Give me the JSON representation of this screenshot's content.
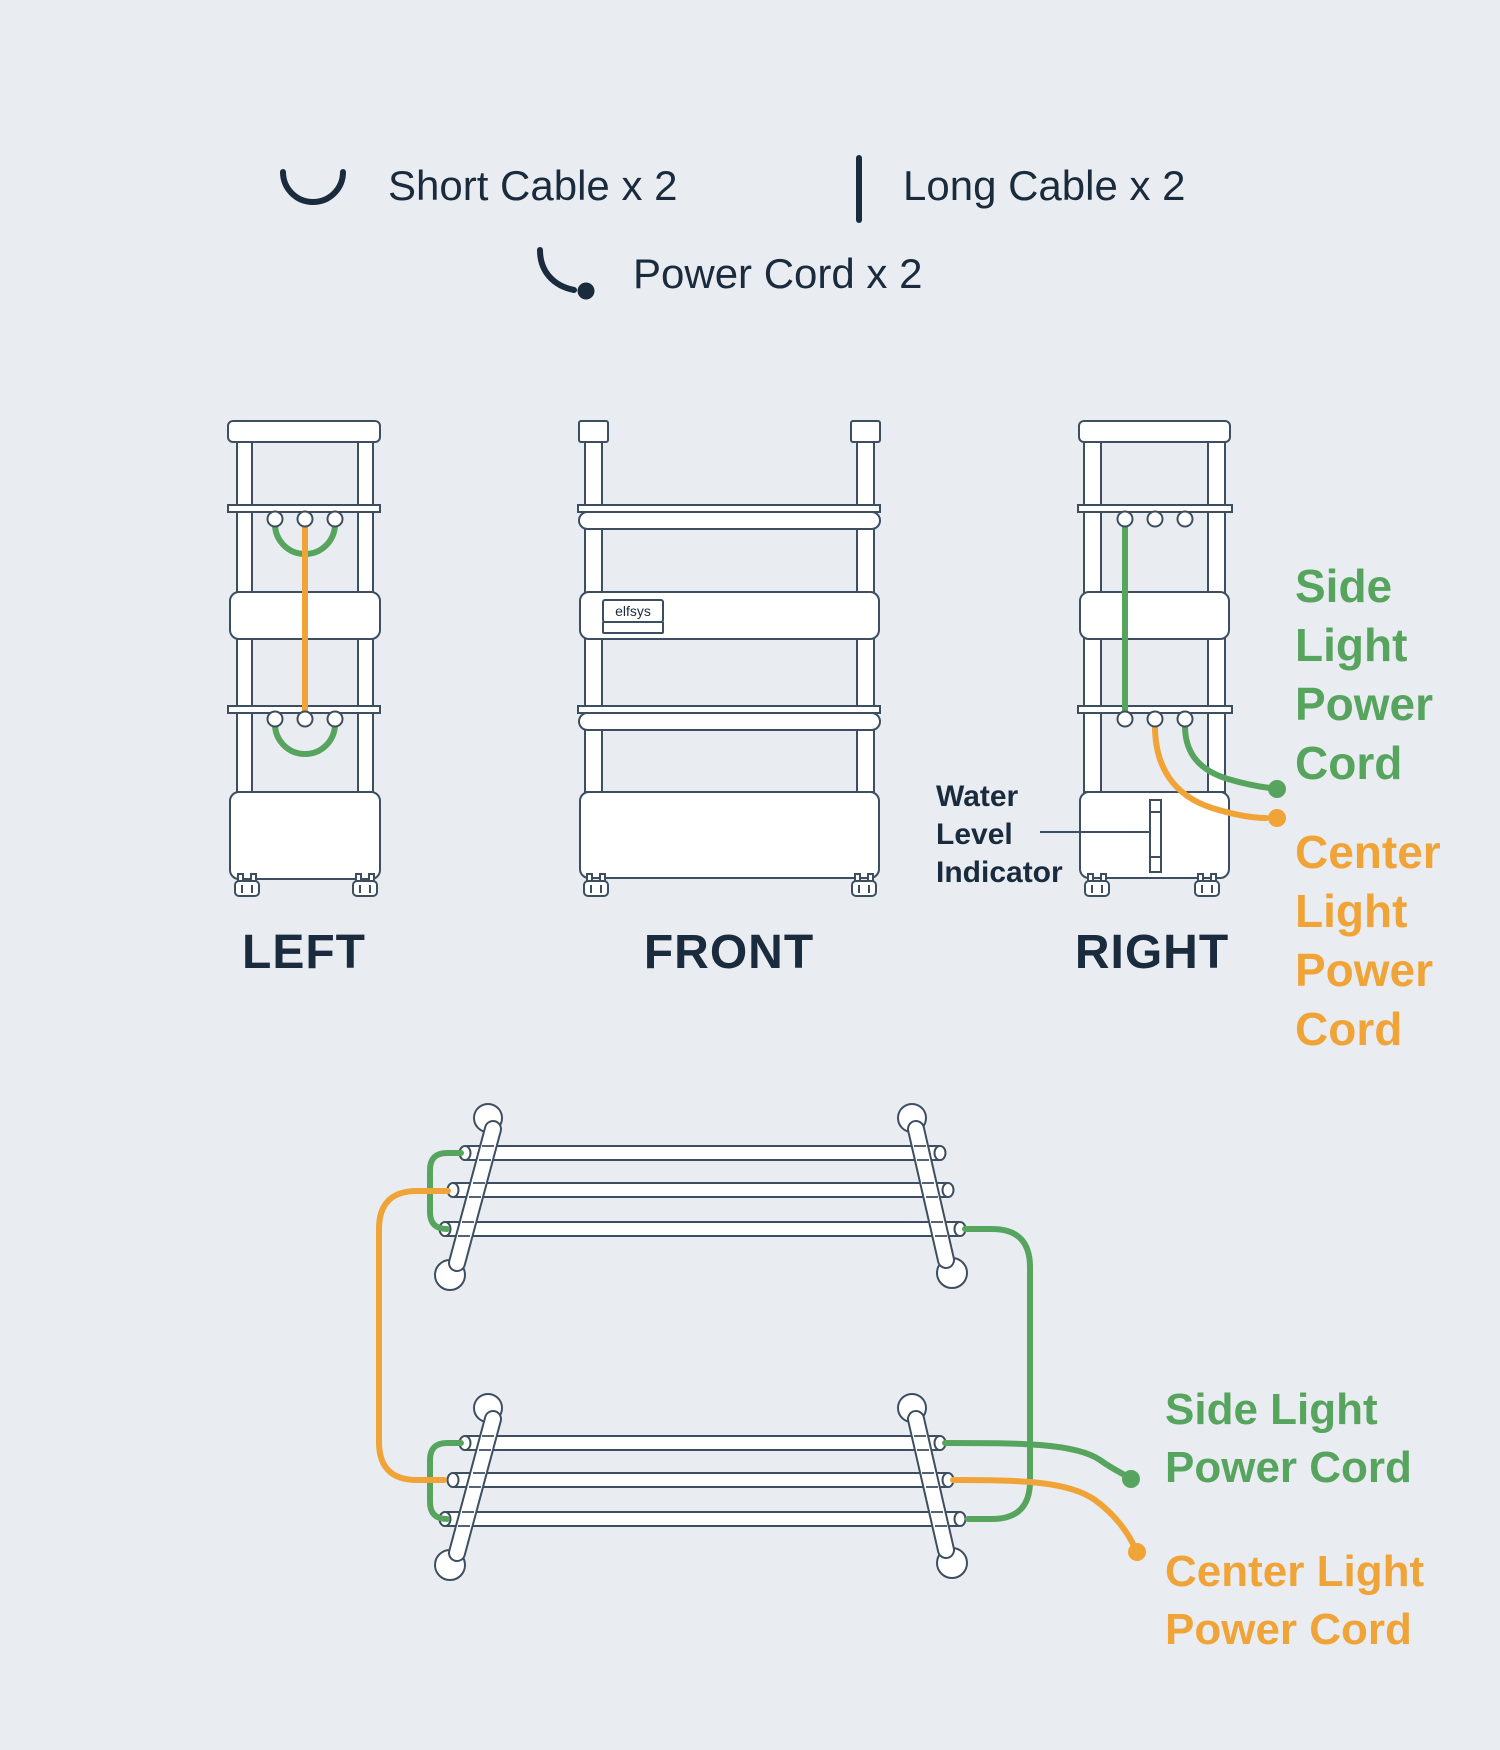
{
  "colors": {
    "bg": "#e9edf1",
    "line": "#3c4e60",
    "ink": "#1a2b3e",
    "green": "#57a45f",
    "orange": "#f0a438"
  },
  "legend": {
    "short_cable_label": "Short Cable x 2",
    "long_cable_label": "Long Cable x 2",
    "power_cord_label": "Power Cord x 2",
    "icons": [
      "short-cable-arc-icon",
      "long-cable-line-icon",
      "power-cord-curve-icon"
    ]
  },
  "views": {
    "left_label": "LEFT",
    "front_label": "FRONT",
    "right_label": "RIGHT"
  },
  "brand": {
    "logo": "elfsys"
  },
  "annotations": {
    "water_level_indicator": {
      "lines": [
        "Water",
        "Level",
        "Indicator"
      ]
    },
    "side_light_power_cord_right_view": {
      "lines": [
        "Side",
        "Light",
        "Power",
        "Cord"
      ]
    },
    "center_light_power_cord_right_view": {
      "lines": [
        "Center",
        "Light",
        "Power",
        "Cord"
      ]
    },
    "side_light_power_cord_bottom": {
      "lines": [
        "Side Light",
        "Power Cord"
      ]
    },
    "center_light_power_cord_bottom": {
      "lines": [
        "Center Light",
        "Power Cord"
      ]
    }
  }
}
